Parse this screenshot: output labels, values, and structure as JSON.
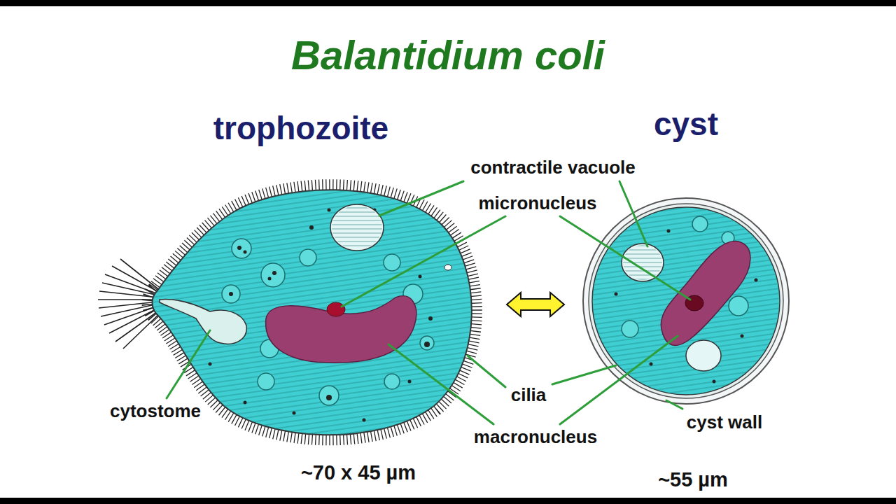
{
  "diagram": {
    "title": "Balantidium coli",
    "nodes": [
      {
        "text": [
          "trophozoite"
        ]
      },
      {
        "text": [
          "cyst"
        ]
      }
    ],
    "edges": [
      {
        "from": 0,
        "to": 1,
        "arrow": "both"
      }
    ],
    "labels": [
      "contractile vacuole",
      "micronucleus",
      "cilia",
      "macronucleus",
      "cytostome",
      "cyst wall",
      "~70 x 45 µm",
      "~55 µm"
    ]
  }
}
